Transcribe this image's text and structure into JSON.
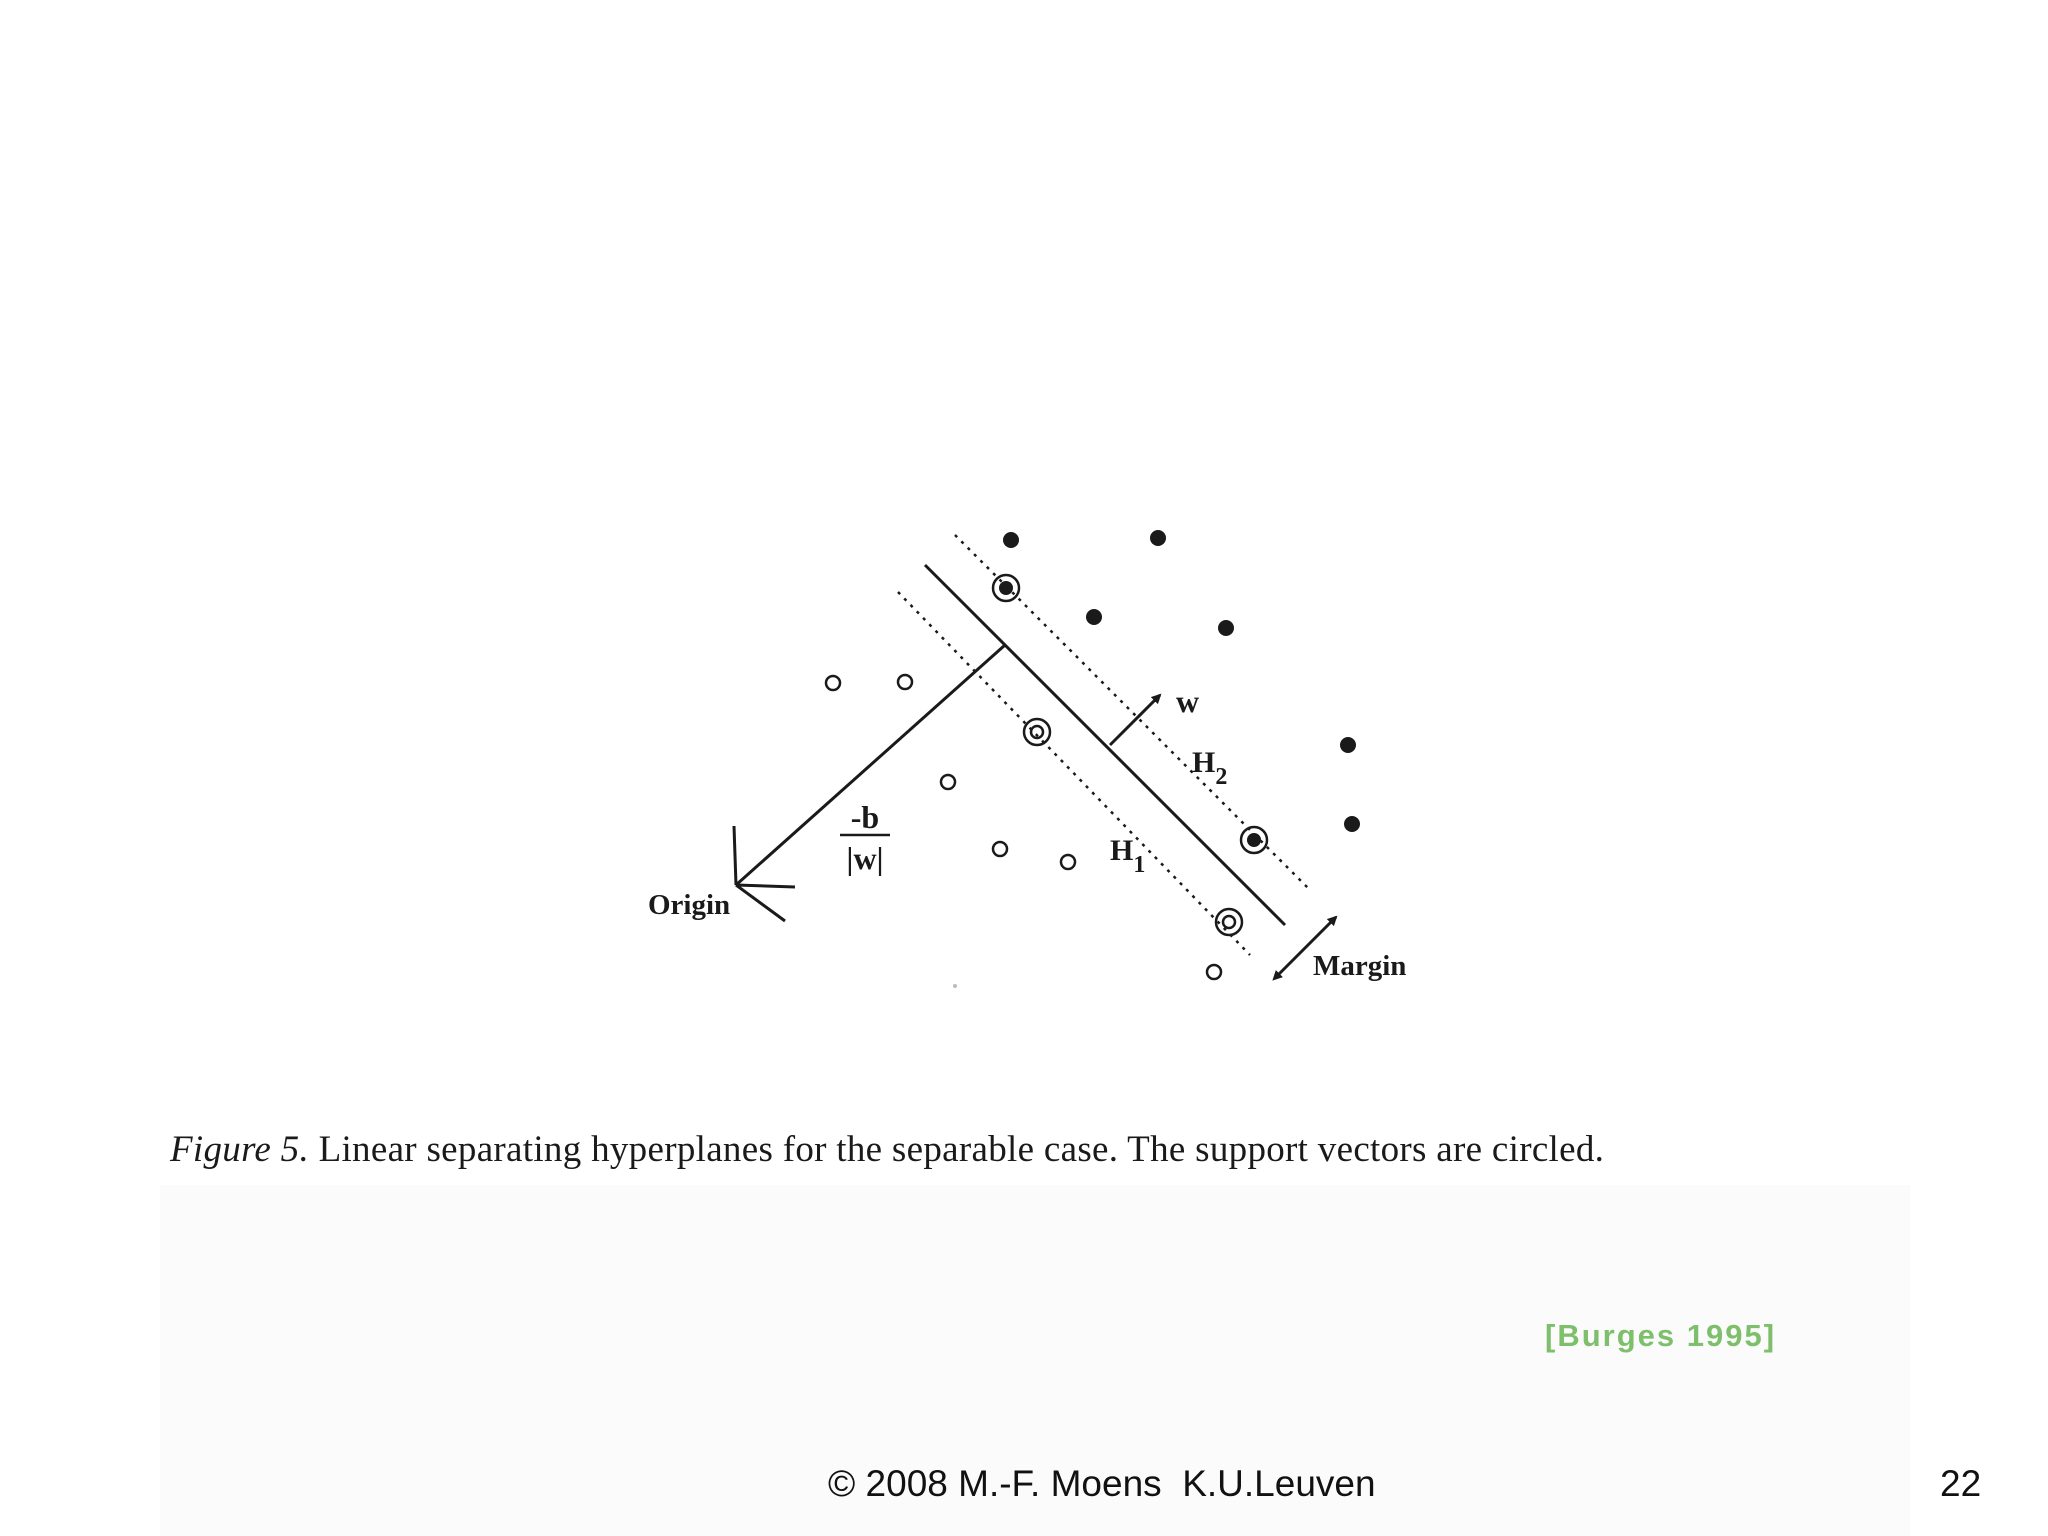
{
  "diagram": {
    "labels": {
      "w": "w",
      "h2_main": "H",
      "h2_sub": "2",
      "h1_main": "H",
      "h1_sub": "1",
      "frac_num": "-b",
      "frac_den": "|w|",
      "origin": "Origin",
      "margin": "Margin"
    },
    "classes": {
      "positive": "filled",
      "negative": "hollow"
    }
  },
  "caption": {
    "label": "Figure 5.",
    "text": " Linear separating hyperplanes for the separable case. The support vectors are circled."
  },
  "citation": "[Burges 1995]",
  "footer": {
    "copyright": "© 2008 M.-F. Moens  K.U.Leuven",
    "page_number": "22"
  },
  "colors": {
    "ink": "#1a1a1a",
    "citation": "#7dbf6a",
    "background": "#ffffff"
  }
}
